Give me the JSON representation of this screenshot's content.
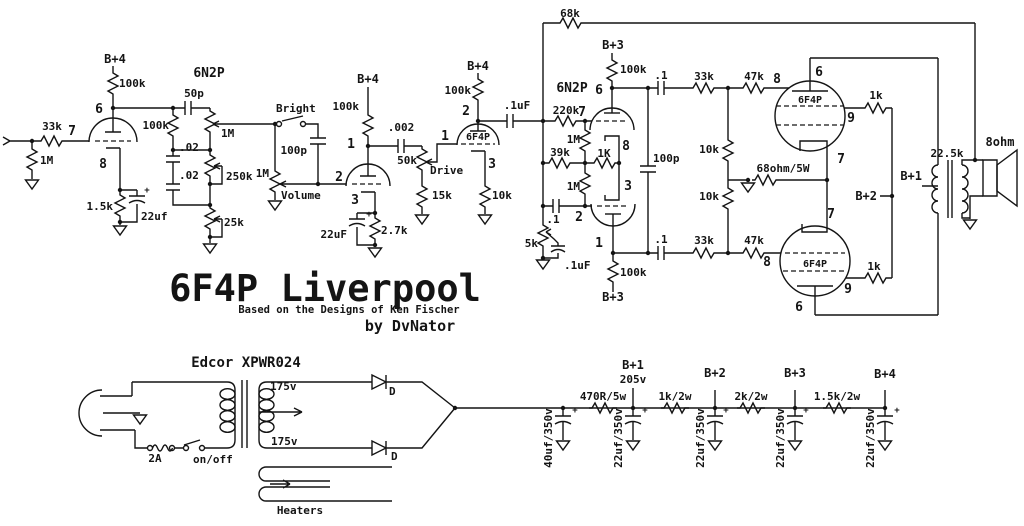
{
  "doc": {
    "title": "6F4P Liverpool",
    "subtitle": "Based on the Designs of Ken Fischer",
    "author": "by DvNator"
  },
  "colors": {
    "ink": "#141414",
    "paper": "#ffffff"
  },
  "labels": {
    "b1": "B+1",
    "b2": "B+2",
    "b3": "B+3",
    "b4": "B+4",
    "v205": "205v",
    "r100k": "100k",
    "r33k": "33k",
    "r1M": "1M",
    "r1_5k": "1.5k",
    "c22uf": "22uf",
    "c22uF": "22uF",
    "t6n2p": "6N2P",
    "t6f4p": "6F4P",
    "c50p": "50p",
    "c02": ".02",
    "r250k": "250k",
    "r25k": "25k",
    "bright": "Bright",
    "c100p": "100p",
    "volume": "Volume",
    "c002": ".002",
    "r50k": "50k",
    "drive": "Drive",
    "r15k": "15k",
    "r2_7k": "2.7k",
    "r10k": "10k",
    "c1uF": ".1uF",
    "r68k": "68k",
    "r220k": "220k",
    "r39k": "39k",
    "r1K": "1K",
    "c1": ".1",
    "r5k": "5k",
    "r47k": "47k",
    "r68ohm": "68ohm/5W",
    "r1k": "1k",
    "ot": "22.5k",
    "spk": "8ohm",
    "plus": "+"
  },
  "pins": {
    "p1": "1",
    "p2": "2",
    "p3": "3",
    "p6": "6",
    "p7": "7",
    "p8": "8",
    "p9": "9"
  },
  "ps": {
    "edcor": "Edcor XPWR024",
    "fuse": "2A",
    "onoff": "on/off",
    "v175": "175v",
    "diode": "D",
    "heaters": "Heaters",
    "c40": "40uf/350v",
    "r470": "470R/5w",
    "c22": "22uf/350v",
    "r1k2w": "1k/2w",
    "r2k2w": "2k/2w",
    "r1_5k2w": "1.5k/2w"
  }
}
